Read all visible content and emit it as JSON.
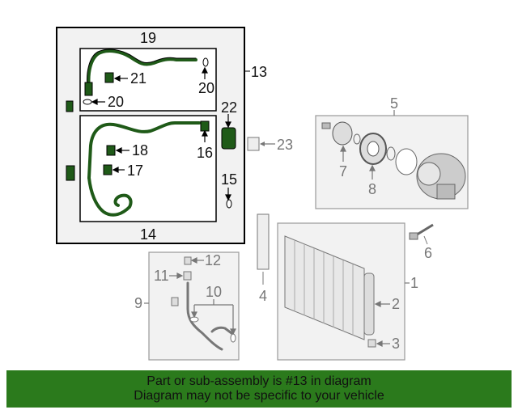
{
  "callouts": {
    "c1": "1",
    "c2": "2",
    "c3": "3",
    "c4": "4",
    "c5": "5",
    "c6": "6",
    "c7": "7",
    "c8": "8",
    "c9": "9",
    "c10": "10",
    "c11": "11",
    "c12": "12",
    "c13": "13",
    "c14": "14",
    "c15": "15",
    "c16": "16",
    "c17": "17",
    "c18": "18",
    "c19": "19",
    "c20a": "20",
    "c20b": "20",
    "c21": "21",
    "c22": "22",
    "c23": "23"
  },
  "banner": {
    "line1": "Part or sub-assembly is #13 in diagram",
    "line2": "Diagram may not be specific to your vehicle"
  },
  "colors": {
    "highlight_part": "#1f5a18",
    "banner_bg": "#2b7a1c",
    "panel_bg": "#f2f2f2",
    "group_box_border": "#000000",
    "sub_box_border": "#999999"
  }
}
